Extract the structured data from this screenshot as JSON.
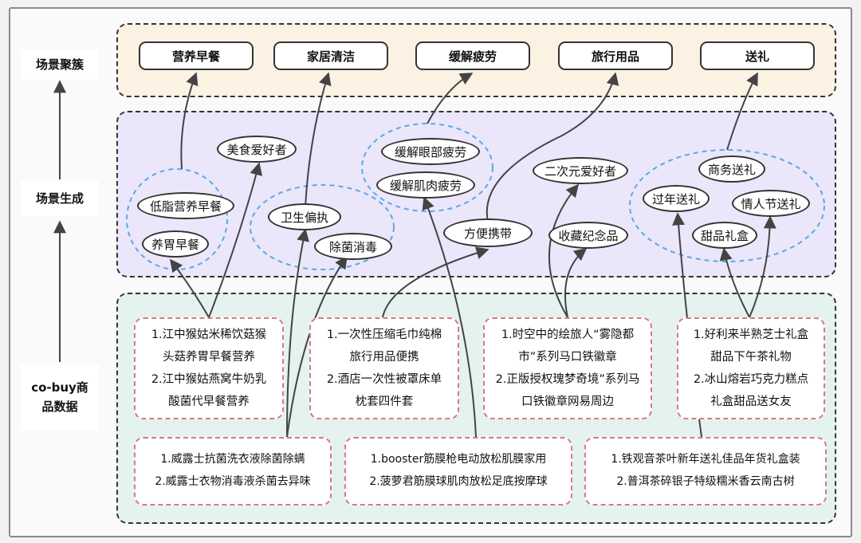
{
  "side_labels": {
    "cluster": "场景聚簇",
    "generate": "场景生成",
    "data_line1": "co-buy商",
    "data_line2": "品数据"
  },
  "scenes": [
    "营养早餐",
    "家居清洁",
    "缓解疲劳",
    "旅行用品",
    "送礼"
  ],
  "concepts": {
    "low_fat_breakfast": "低脂营养早餐",
    "stomach_breakfast": "养胃早餐",
    "foodie": "美食爱好者",
    "hygiene": "卫生偏执",
    "sterilize": "除菌消毒",
    "eye_fatigue": "缓解眼部疲劳",
    "muscle_fatigue": "缓解肌肉疲劳",
    "portable": "方便携带",
    "anime_fan": "二次元爱好者",
    "collectible": "收藏纪念品",
    "business_gift": "商务送礼",
    "new_year_gift": "过年送礼",
    "valentine_gift": "情人节送礼",
    "dessert_box": "甜品礼盒"
  },
  "products": {
    "box1": [
      "1.江中猴姑米稀饮菇猴",
      "头菇养胃早餐营养",
      "2.江中猴姑燕窝牛奶乳",
      "酸菌代早餐营养"
    ],
    "box2": [
      "1.一次性压缩毛巾纯棉",
      "旅行用品便携",
      "2.酒店一次性被罩床单",
      "枕套四件套"
    ],
    "box3": [
      "1.时空中的绘旅人“雾隐都",
      "市”系列马口铁徽章",
      "2.正版授权瑰梦奇境”系列马",
      "口铁徽章网易周边"
    ],
    "box4": [
      "1.好利来半熟芝士礼盒",
      "甜品下午茶礼物",
      "2.冰山熔岩巧克力糕点",
      "礼盒甜品送女友"
    ],
    "box5": [
      "1.威露士抗菌洗衣液除菌除螨",
      "2.威露士衣物消毒液杀菌去异味"
    ],
    "box6": [
      "1.booster筋膜枪电动放松肌膜家用",
      "2.菠萝君筋膜球肌肉放松足底按摩球"
    ],
    "box7": [
      "1.铁观音茶叶新年送礼佳品年货礼盒装",
      "2.普洱茶碎银子特级糯米香云南古树"
    ]
  }
}
